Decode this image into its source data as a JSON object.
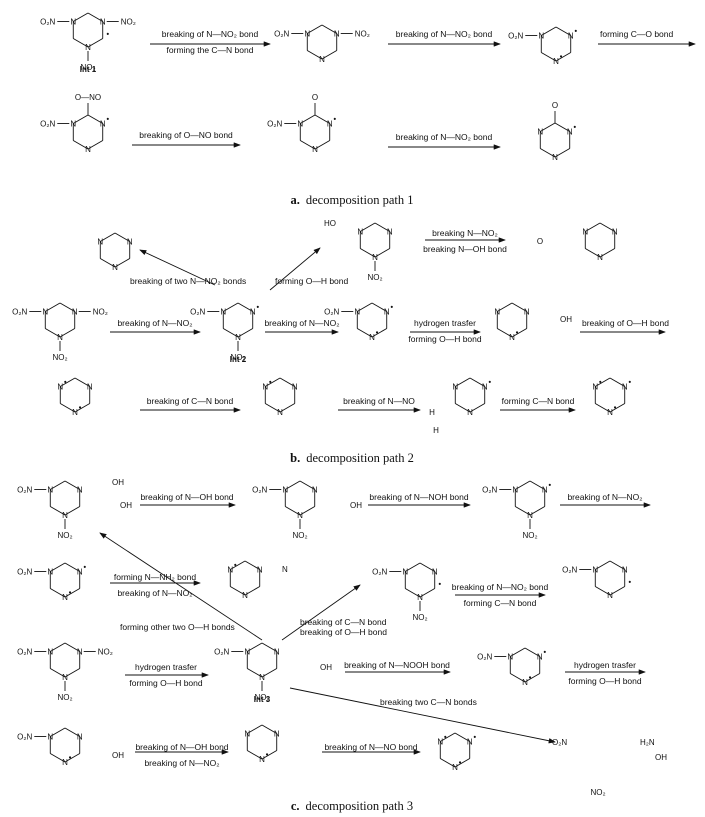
{
  "caption_a": {
    "letter": "a.",
    "text": "decomposition path 1"
  },
  "caption_b": {
    "letter": "b.",
    "text": "decomposition path 2"
  },
  "caption_c": {
    "letter": "c.",
    "text": "decomposition path 3"
  },
  "mol_labels": {
    "int1": "Int 1",
    "int2": "Int 2",
    "int3": "Int 3"
  },
  "path1": {
    "r1_top": "breaking of N—NO₂ bond",
    "r1_bot": "forming the C—N bond",
    "r2": "breaking of N—NO₂ bond",
    "r3": "forming C—O bond",
    "r4": "breaking of O—NO bond",
    "r5": "breaking of N—NO₂ bond"
  },
  "path2": {
    "two_no2": "breaking of two N—NO₂ bonds",
    "oh_form": "forming O—H bond",
    "bno2_top": "breaking N—NO₂",
    "bnoh_bot": "breaking N—OH bond",
    "r1": "breaking of N—NO₂",
    "r2": "breaking of N—NO₂",
    "ht_top": "hydrogen trasfer",
    "ht_bot": "forming O—H bond",
    "oh_break": "breaking of O—H bond",
    "cn_break": "breaking of C—N bond",
    "nno": "breaking of N—NO",
    "cn_form": "forming C—N bond"
  },
  "path3": {
    "noh": "breaking of N—OH bond",
    "nnoh": "breaking of N—NOH bond",
    "nno2": "breaking of N—NO₂",
    "nh2_top": "forming N—NH₂ bond",
    "nh2_bot": "breaking of N—NO₂",
    "two_oh": "forming other two O—H bonds",
    "cn_oh_top": "breaking of C—N  bond",
    "cn_oh_bot": "breaking of O—H bond",
    "no2_cn_top": "breaking of N—NO₂ bond",
    "no2_cn_bot": "forming C—N bond",
    "ht_top": "hydrogen trasfer",
    "ht_bot": "forming O—H bond",
    "nnooh": "breaking of N—NOOH  bond",
    "ht2_top": "hydrogen trasfer",
    "ht2_bot": "forming O—H bond",
    "two_cn": "breaking two C—N bonds",
    "noh2_top": "breaking of N—OH bond",
    "noh2_bot": "breaking of N—NO₂",
    "nnob": "breaking of N—NO bond"
  },
  "atoms": {
    "N": "N",
    "O": "O",
    "H": "H",
    "O2N": "O₂N",
    "NO2": "NO₂",
    "OH": "OH",
    "HO": "HO",
    "H2N": "H₂N",
    "O_NO": "O—NO",
    "dot": "•",
    "ndot": "Ṅ",
    "Ndot": "Ṅ"
  }
}
